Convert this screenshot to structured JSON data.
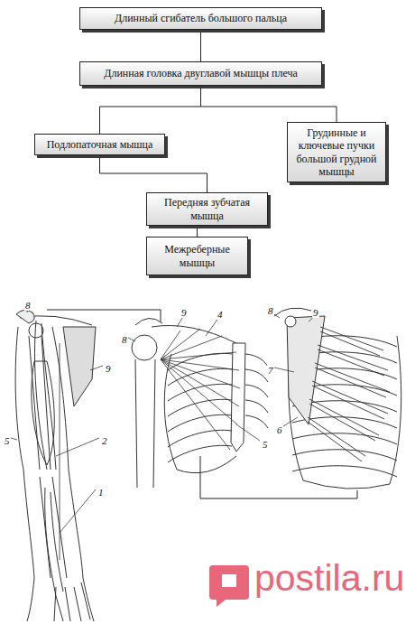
{
  "diagram": {
    "nodes": [
      {
        "text": [
          "Длинный сгибатель большого пальца"
        ]
      },
      {
        "text": [
          "Длинная головка двуглавой мышцы плеча"
        ]
      },
      {
        "text": [
          "Подлопаточная мышца"
        ]
      },
      {
        "text": [
          "Грудинные и ключевые пучки большой грудной мышцы"
        ]
      },
      {
        "text": [
          "Передняя зубчатая мышца"
        ]
      },
      {
        "text": [
          "Межреберные мышцы"
        ]
      }
    ],
    "edges": [
      {
        "from": 0,
        "to": 1,
        "arrow": "none"
      },
      {
        "from": 1,
        "to": 2,
        "arrow": "none"
      },
      {
        "from": 1,
        "to": 3,
        "arrow": "none"
      },
      {
        "from": 2,
        "to": 4,
        "arrow": "none"
      },
      {
        "from": 4,
        "to": 5,
        "arrow": "none"
      }
    ],
    "labels": [
      "8",
      "9",
      "5",
      "2",
      "1",
      "9",
      "8",
      "4",
      "5",
      "8",
      "9",
      "7",
      "6",
      "postila.ru"
    ]
  }
}
